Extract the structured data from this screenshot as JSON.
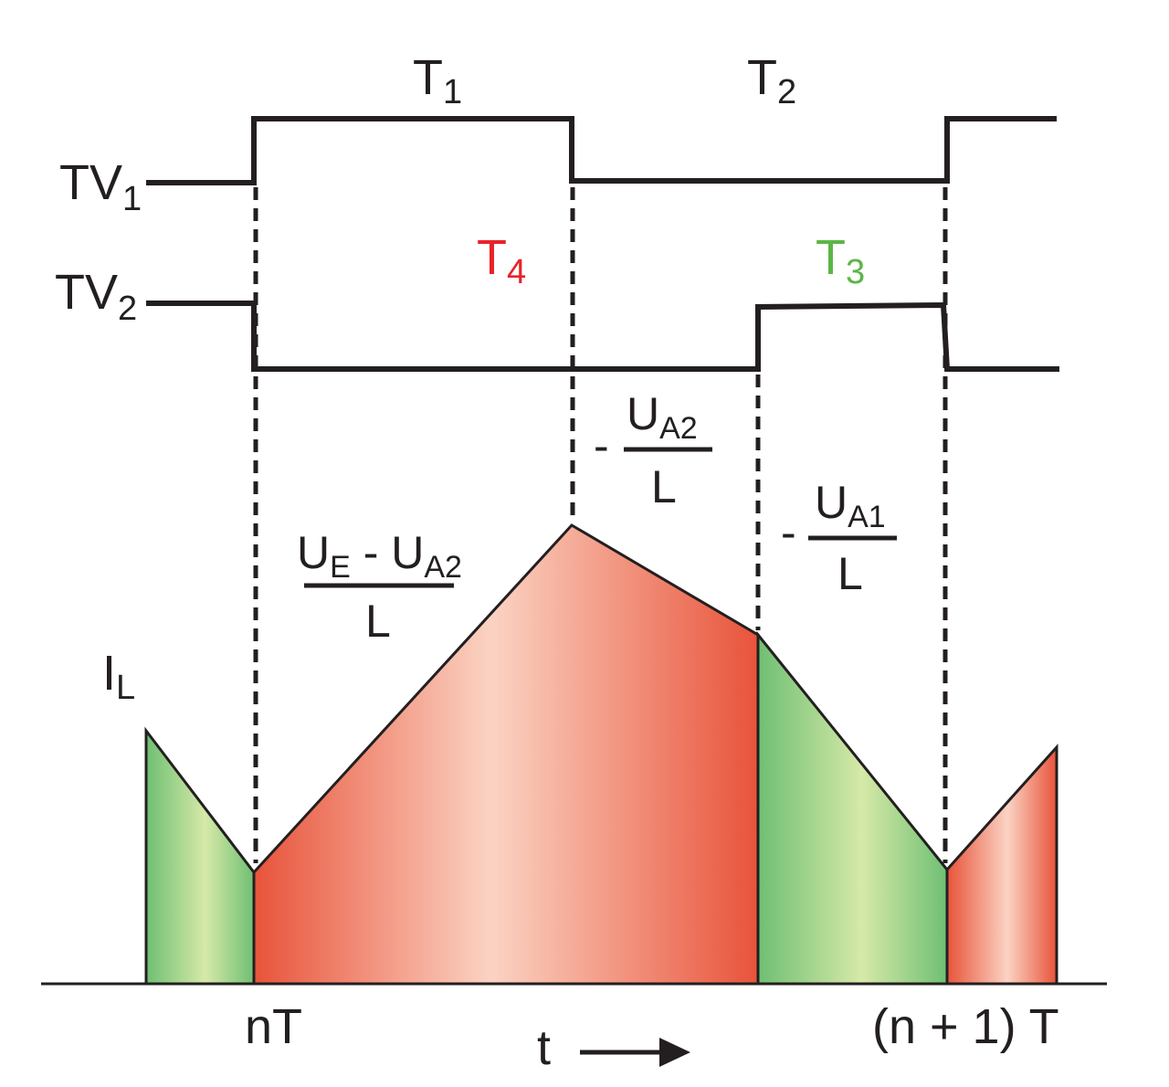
{
  "signals": {
    "tv1": {
      "base": "TV",
      "sub": "1"
    },
    "tv2": {
      "base": "TV",
      "sub": "2"
    }
  },
  "intervals": {
    "t1": {
      "base": "T",
      "sub": "1"
    },
    "t2": {
      "base": "T",
      "sub": "2"
    },
    "t3": {
      "base": "T",
      "sub": "3"
    },
    "t4": {
      "base": "T",
      "sub": "4"
    }
  },
  "current": {
    "base": "I",
    "sub": "L"
  },
  "slopes": {
    "rise": {
      "num_a": "U",
      "num_a_sub": "E",
      "num_minus": " - ",
      "num_b": "U",
      "num_b_sub": "A2",
      "den": "L"
    },
    "fall_a2": {
      "sign": "-",
      "num": "U",
      "num_sub": "A2",
      "den": "L"
    },
    "fall_a1": {
      "sign": "-",
      "num": "U",
      "num_sub": "A1",
      "den": "L"
    }
  },
  "time_axis": {
    "start": "nT",
    "end": "(n + 1) T",
    "var": "t"
  },
  "colors": {
    "line": "#231f20",
    "red_dark": "#e8533a",
    "red_light": "#fbd1c1",
    "green_dark": "#6fbf73",
    "green_light": "#d6e9a8",
    "t4_label": "#e8232a",
    "t3_label": "#5cb646"
  }
}
